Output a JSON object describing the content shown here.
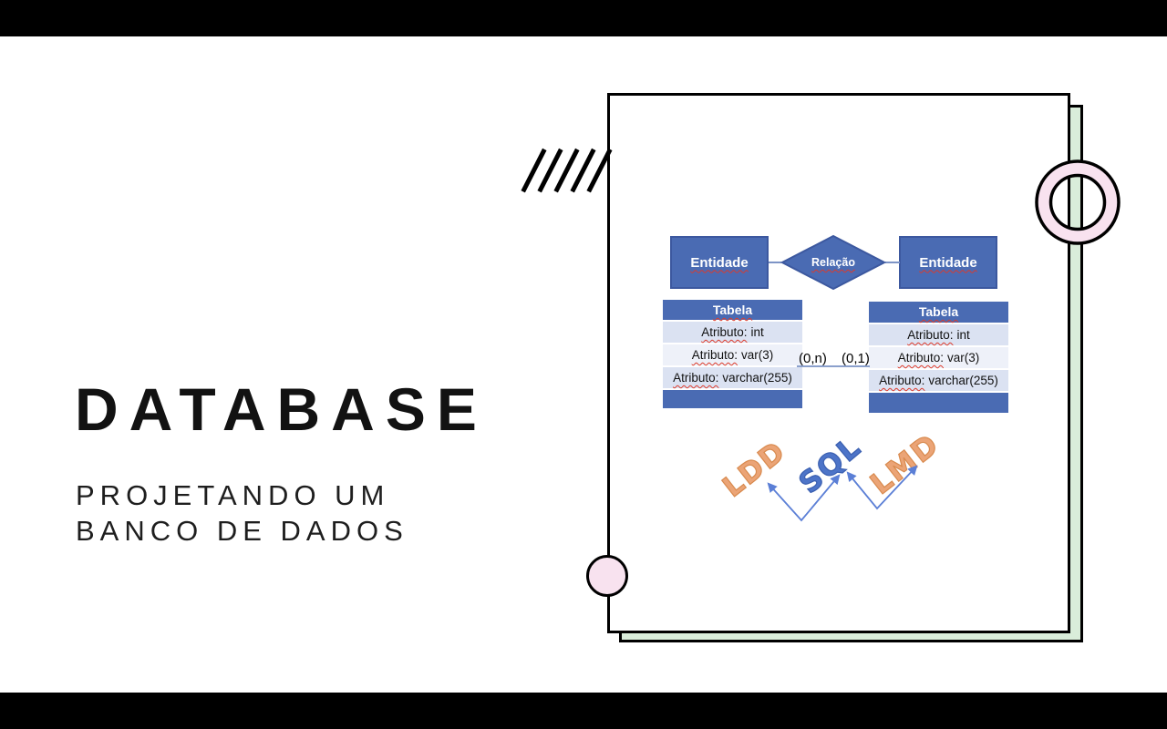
{
  "slide": {
    "title": "DATABASE",
    "subtitle_lines": [
      "PROJETANDO UM",
      "BANCO DE DADOS"
    ]
  },
  "diagram": {
    "entities": {
      "left": "Entidade",
      "right": "Entidade"
    },
    "relation": "Relação",
    "cardinalities": {
      "left": "(0,n)",
      "right": "(0,1)"
    },
    "tables": [
      {
        "header": "Tabela",
        "rows": [
          {
            "label": "Atributo:",
            "value": "int"
          },
          {
            "label": "Atributo:",
            "value": "var(3)"
          },
          {
            "label": "Atributo:",
            "value": "varchar(255)"
          }
        ]
      },
      {
        "header": "Tabela",
        "rows": [
          {
            "label": "Atributo:",
            "value": "int"
          },
          {
            "label": "Atributo:",
            "value": "var(3)"
          },
          {
            "label": "Atributo:",
            "value": "varchar(255)"
          }
        ]
      }
    ],
    "wordart": [
      {
        "text": "LDD"
      },
      {
        "text": "SQL"
      },
      {
        "text": "LMD"
      }
    ]
  },
  "colors": {
    "entity_fill": "#4a6bb3",
    "entity_border": "#3c589f",
    "row_light": "#dbe2f2",
    "row_lighter": "#eef1f9",
    "card_green": "#d9edda",
    "accent_pink": "#f8e2ef",
    "wordart_orange": "#eba476",
    "wordart_blue": "#4d74c8",
    "arrow_blue": "#5b7fd6",
    "squiggle_red": "#dd3a2a"
  }
}
